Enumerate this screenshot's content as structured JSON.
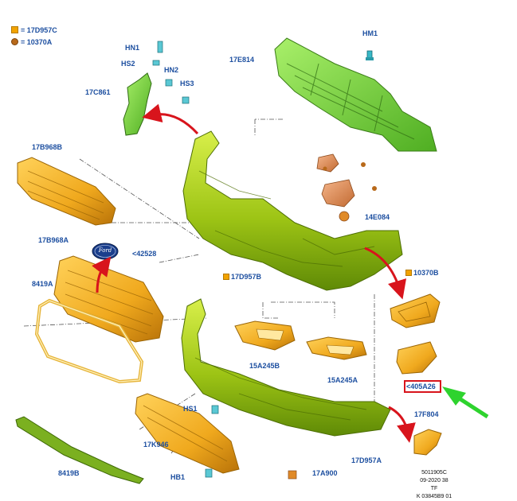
{
  "legend": [
    {
      "marker": "square",
      "code": "17D957C"
    },
    {
      "marker": "dot",
      "code": "10370A"
    }
  ],
  "labels": {
    "hm1": "HM1",
    "e814": "17E814",
    "hn1": "HN1",
    "hs2": "HS2",
    "hn2": "HN2",
    "hs3": "HS3",
    "c861": "17C861",
    "b968b": "17B968B",
    "e084": "14E084",
    "b968a": "17B968A",
    "a42528": "<42528",
    "a8419a": "8419A",
    "d957b": "17D957B",
    "b10370b": "10370B",
    "a245b": "15A245B",
    "a245a": "15A245A",
    "a405a26": "<405A26",
    "hs1": "HS1",
    "f804": "17F804",
    "k946": "17K946",
    "b8419b": "8419B",
    "hb1": "HB1",
    "a900": "17A900",
    "d957a": "17D957A"
  },
  "badge": "Ford",
  "footer": {
    "line1": "5011905C",
    "line2": "09-2020 38",
    "line3": "TF",
    "line4": "K 03845B9 01"
  },
  "colors": {
    "label": "#1d4fa0",
    "bumper_green": "#a6cc1a",
    "reinforcement_green": "#7fd63a",
    "grille_orange": "#f0a91e",
    "copper": "#d9864a",
    "highlight_red": "#d8141c",
    "pointer_green": "#2ed32e"
  }
}
